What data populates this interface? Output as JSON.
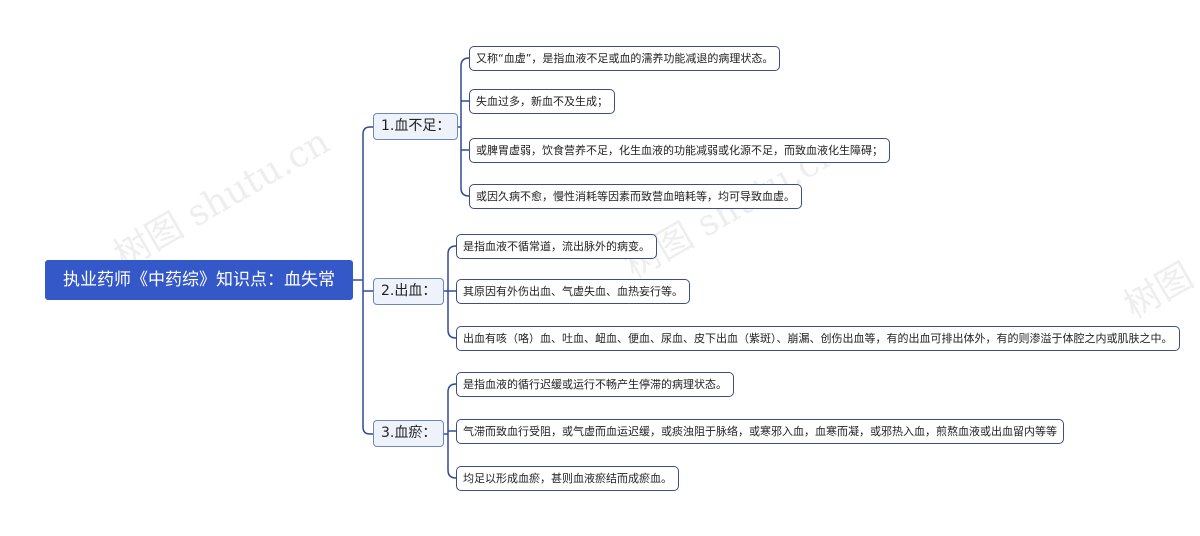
{
  "root": {
    "label": "执业药师《中药综》知识点：血失常"
  },
  "branches": [
    {
      "label": "1.血不足：",
      "leaves": [
        "又称“血虚”，是指血液不足或血的濡养功能减退的病理状态。",
        "失血过多，新血不及生成；",
        "或脾胃虚弱，饮食营养不足，化生血液的功能减弱或化源不足，而致血液化生障碍；",
        "或因久病不愈，慢性消耗等因素而致营血暗耗等，均可导致血虚。"
      ]
    },
    {
      "label": "2.出血：",
      "leaves": [
        "是指血液不循常道，流出脉外的病变。",
        "其原因有外伤出血、气虚失血、血热妄行等。",
        "出血有咳（咯）血、吐血、衄血、便血、尿血、皮下出血（紫斑）、崩漏、创伤出血等，有的出血可排出体外，有的则渗溢于体腔之内或肌肤之中。"
      ]
    },
    {
      "label": "3.血瘀：",
      "leaves": [
        "是指血液的循行迟缓或运行不畅产生停滞的病理状态。",
        "气滞而致血行受阻，或气虚而血运迟缓，或痰浊阻于脉络，或寒邪入血，血寒而凝，或邪热入血，煎熬血液或出血留内等等",
        "均足以形成血瘀，甚则血液瘀结而成瘀血。"
      ]
    }
  ],
  "watermark": "树图 shutu.cn",
  "colors": {
    "root": "#3558c9",
    "line": "#2f4a9a"
  }
}
